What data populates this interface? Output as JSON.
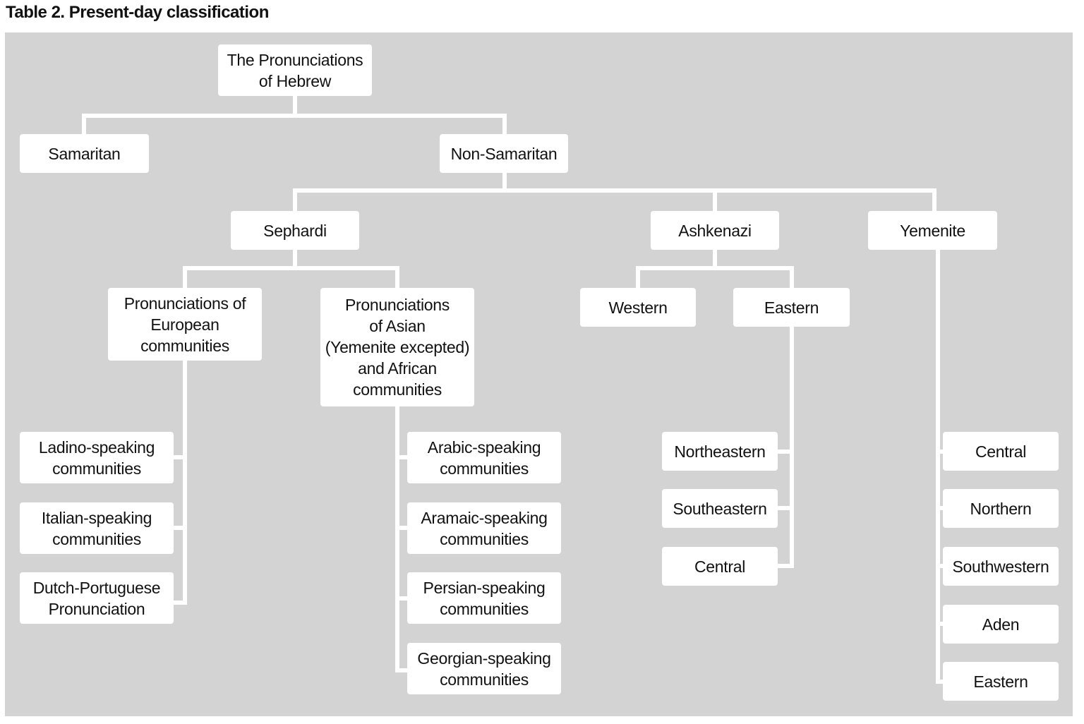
{
  "title": "Table 2. Present-day classification",
  "colors": {
    "background": "#d3d3d3",
    "box": "#ffffff",
    "line": "#ffffff",
    "text": "#111111"
  },
  "nodes": {
    "root": "The Pronunciations\nof Hebrew",
    "samaritan": "Samaritan",
    "non_samaritan": "Non-Samaritan",
    "sephardi": "Sephardi",
    "ashkenazi": "Ashkenazi",
    "yemenite": "Yemenite",
    "european": "Pronunciations of\nEuropean\ncommunities",
    "asian": "Pronunciations\nof Asian\n(Yemenite excepted)\nand African\ncommunities",
    "western": "Western",
    "eastern": "Eastern",
    "ladino": "Ladino-speaking\ncommunities",
    "italian": "Italian-speaking\ncommunities",
    "dutch": "Dutch-Portuguese\nPronunciation",
    "arabic": "Arabic-speaking\ncommunities",
    "aramaic": "Aramaic-speaking\ncommunities",
    "persian": "Persian-speaking\ncommunities",
    "georgian": "Georgian-speaking\ncommunities",
    "northeastern": "Northeastern",
    "southeastern": "Southeastern",
    "ash_central": "Central",
    "yem_central": "Central",
    "northern": "Northern",
    "southwestern": "Southwestern",
    "aden": "Aden",
    "yem_eastern": "Eastern"
  }
}
